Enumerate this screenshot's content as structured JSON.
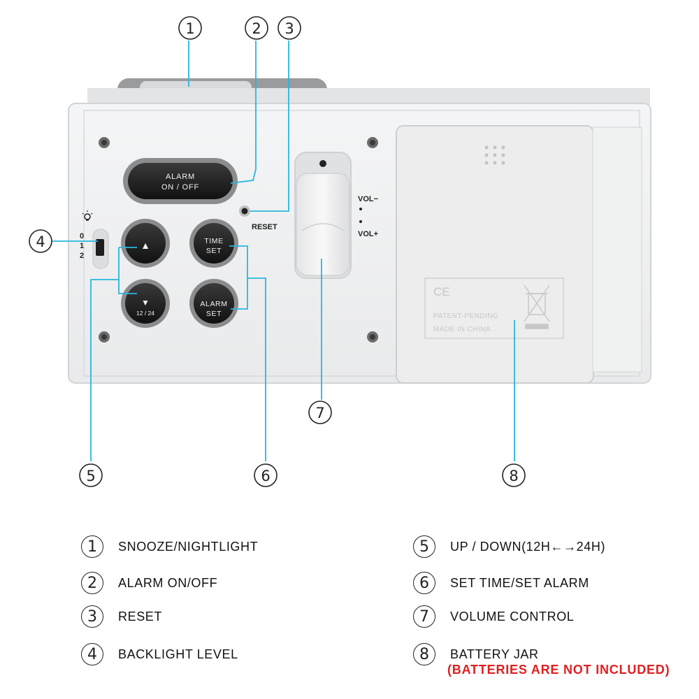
{
  "callouts": [
    "1",
    "2",
    "3",
    "4",
    "5",
    "6",
    "7",
    "8"
  ],
  "device": {
    "alarm_button": [
      "ALARM",
      "ON / OFF"
    ],
    "reset_label": "RESET",
    "time_set_button": [
      "TIME",
      "SET"
    ],
    "alarm_set_button": [
      "ALARM",
      "SET"
    ],
    "up_button": "▲",
    "down_button": "▼",
    "down_button_sub": "12 / 24",
    "backlight_levels": [
      "0",
      "1",
      "2"
    ],
    "vol_minus": "VOL−",
    "vol_plus": "VOL+",
    "label_ce": "CE",
    "label_patent": "PATENT-PENDING",
    "label_made": "MADE IN CHINA"
  },
  "legend": [
    {
      "num": "1",
      "label": "SNOOZE/NIGHTLIGHT"
    },
    {
      "num": "2",
      "label": "ALARM ON/OFF"
    },
    {
      "num": "3",
      "label": "RESET"
    },
    {
      "num": "4",
      "label": "BACKLIGHT LEVEL"
    },
    {
      "num": "5",
      "label": "UP / DOWN(12H←→24H)"
    },
    {
      "num": "6",
      "label": "SET TIME/SET ALARM"
    },
    {
      "num": "7",
      "label": "VOLUME CONTROL"
    },
    {
      "num": "8",
      "label": "BATTERY JAR",
      "note": "(BATTERIES ARE NOT INCLUDED)"
    }
  ],
  "colors": {
    "leader_line": "#29b6e0",
    "warning": "#e02020",
    "button_dark": "#1e1e1e"
  }
}
